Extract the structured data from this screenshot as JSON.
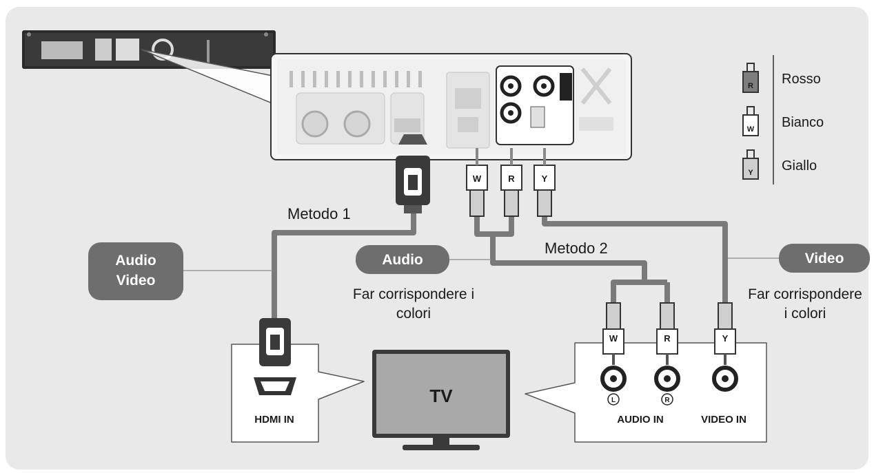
{
  "legend": {
    "items": [
      {
        "letter": "R",
        "label": "Rosso"
      },
      {
        "letter": "W",
        "label": "Bianco"
      },
      {
        "letter": "Y",
        "label": "Giallo"
      }
    ]
  },
  "method1": "Metodo 1",
  "method2": "Metodo 2",
  "pills": {
    "audio_video_line1": "Audio",
    "audio_video_line2": "Video",
    "audio": "Audio",
    "video": "Video"
  },
  "notes": {
    "audio_match_line1": "Far corrispondere i",
    "audio_match_line2": "colori",
    "video_match_line1": "Far corrispondere",
    "video_match_line2": "i colori"
  },
  "tv_label": "TV",
  "ports": {
    "hdmi_in": "HDMI IN",
    "audio_in": "AUDIO IN",
    "video_in": "VIDEO IN",
    "left": "L",
    "right": "R"
  },
  "plugs": {
    "white": "W",
    "red": "R",
    "yellow": "Y"
  }
}
